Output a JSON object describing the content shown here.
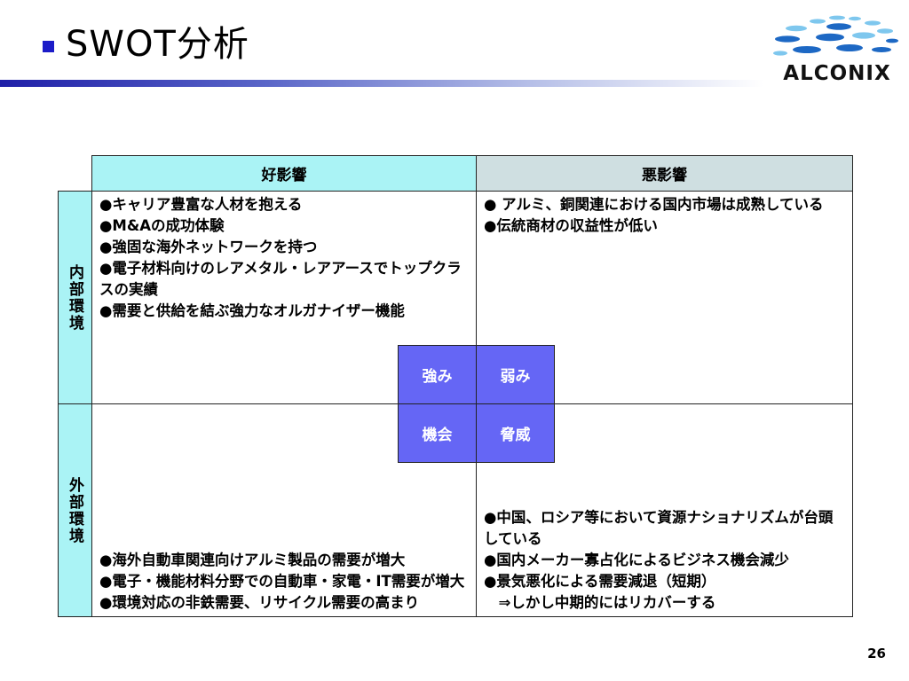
{
  "title": "SWOT分析",
  "logo": {
    "text": "ALCONIX",
    "colors": {
      "light": "#7ec7ee",
      "dark": "#1d68c4"
    }
  },
  "header": {
    "positive": "好影響",
    "negative": "悪影響"
  },
  "side": {
    "internal": "内部環境",
    "external": "外部環境"
  },
  "quadrants": {
    "strengths": {
      "label": "強み",
      "items": [
        "●キャリア豊富な人材を抱える",
        "●M&Aの成功体験",
        "●強固な海外ネットワークを持つ",
        "●電子材料向けのレアメタル・レアアースでトップクラスの実績",
        "●需要と供給を結ぶ強力なオルガナイザー機能"
      ]
    },
    "weaknesses": {
      "label": "弱み",
      "items": [
        "● アルミ、銅関連における国内市場は成熟している",
        "●伝統商材の収益性が低い"
      ]
    },
    "opportunities": {
      "label": "機会",
      "items": [
        "●海外自動車関連向けアルミ製品の需要が増大",
        "●電子・機能材料分野での自動車・家電・IT需要が増大",
        "●環境対応の非鉄需要、リサイクル需要の高まり"
      ]
    },
    "threats": {
      "label": "脅威",
      "items": [
        "●中国、ロシア等において資源ナショナリズムが台頭している",
        "●国内メーカー寡占化によるビジネス機会減少",
        "●景気悪化による需要減退（短期）",
        "　⇒しかし中期的にはリカバーする"
      ]
    }
  },
  "colors": {
    "title_bullet": "#1c1cc8",
    "positive_header": "#aaf3f5",
    "negative_header": "#cfdfe1",
    "side": "#aaf3f5",
    "center_box": "#6566f5"
  },
  "page_number": "26"
}
